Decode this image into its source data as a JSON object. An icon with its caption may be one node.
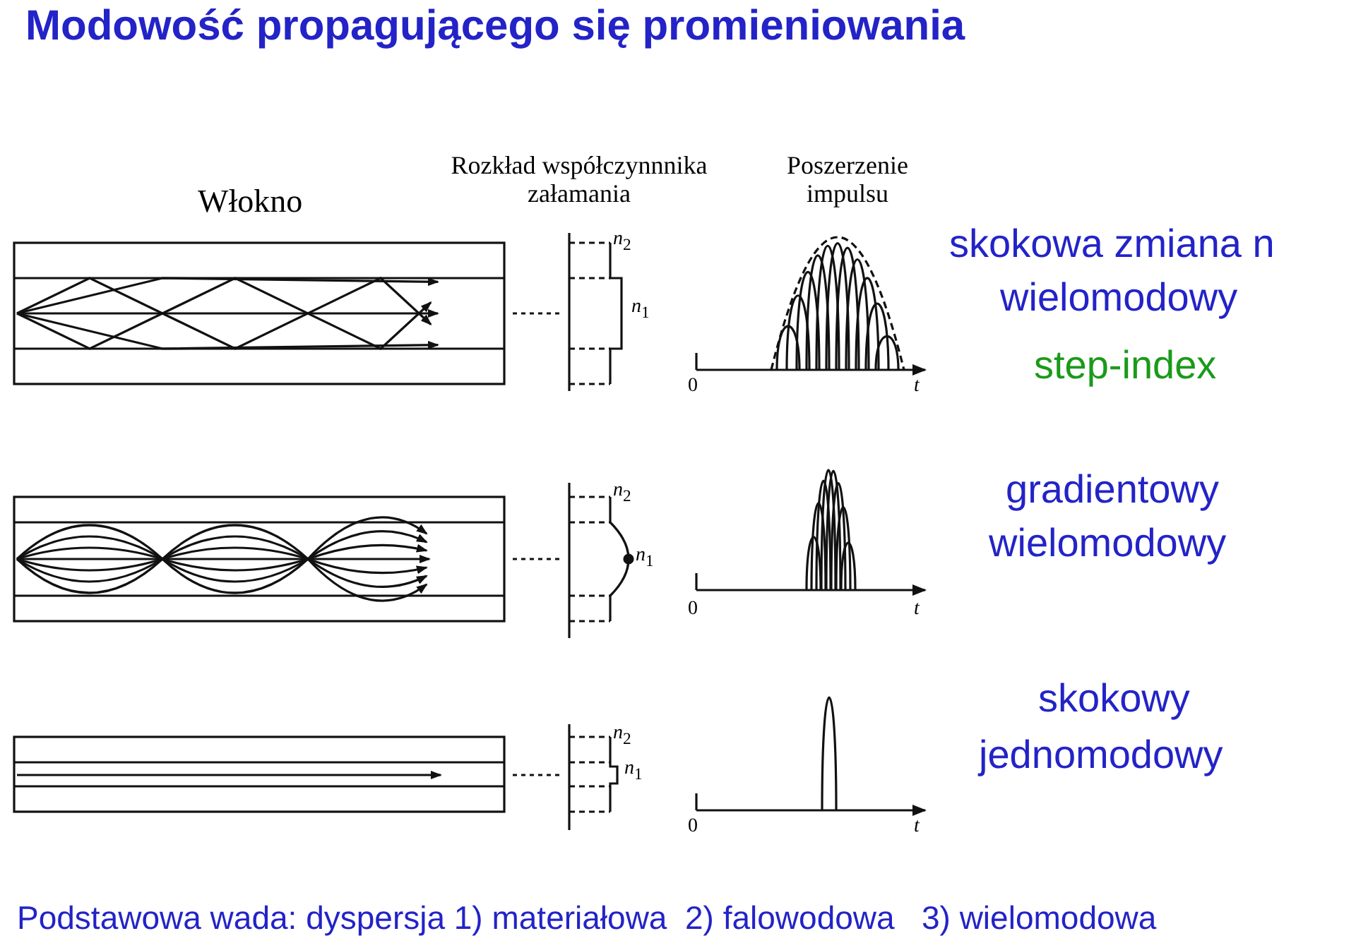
{
  "diagram": {
    "title": "Modowość propagującego się promieniowania",
    "caption": "Podstawowa wada: dyspersja 1) materiałowa  2) falowodowa   3) wielomodowa",
    "labels": [
      "Włokno",
      "Rozkład współczynnnika załamania",
      "Poszerzenie impulsu",
      "skokowa zmiana n",
      "wielomodowy",
      "step-index",
      "*n*$_{2}$",
      "*n*$_{1}$",
      "0",
      "*t*",
      "gradientowy",
      "wielomodowy",
      "*n*$_{2}$",
      "*n*$_{1}$",
      "0",
      "*t*",
      "skokowy",
      "jednomodowy",
      "*n*$_{2}$",
      "*n*$_{1}$",
      "0",
      "*t*"
    ]
  }
}
